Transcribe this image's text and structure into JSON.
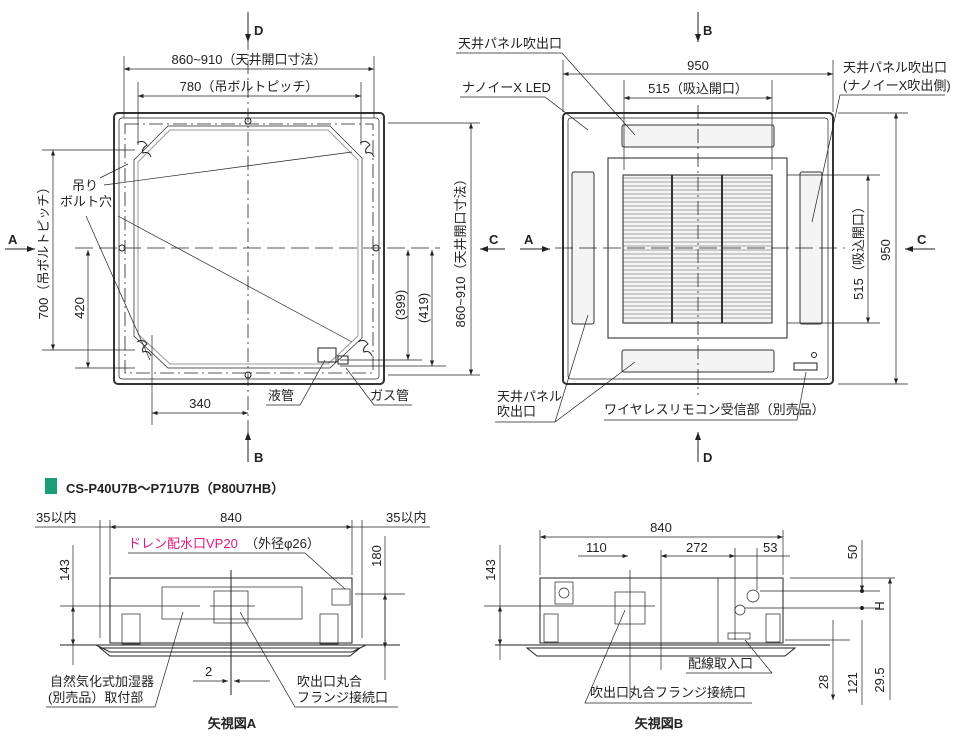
{
  "accent_color": "#1a9e7a",
  "drain_color": "#e0197d",
  "top_view": {
    "arrow_top": "D",
    "arrow_bottom": "B",
    "arrow_left": "A",
    "arrow_right": "C",
    "dim_ceiling_opening_width": "860~910（天井開口寸法）",
    "dim_bolt_pitch_width": "780（吊ボルトピッチ）",
    "dim_bolt_pitch_height": "700（吊ボルトピッチ）",
    "dim_ceiling_opening_height": "860~910（天井開口寸法）",
    "dim_420": "420",
    "dim_399": "(399)",
    "dim_419": "(419)",
    "dim_340": "340",
    "label_bolt_hole_1": "吊り",
    "label_bolt_hole_2": "ボルト穴",
    "label_liquid_pipe": "液管",
    "label_gas_pipe": "ガス管"
  },
  "panel_view": {
    "arrow_top": "B",
    "arrow_bottom": "D",
    "arrow_left": "A",
    "arrow_left_c": "C",
    "arrow_right": "C",
    "dim_width": "950",
    "dim_height": "950",
    "dim_intake_width": "515（吸込開口）",
    "dim_intake_height": "515（吸込開口）",
    "label_outlet_top": "天井パネル吹出口",
    "label_led": "ナノイーX LED",
    "label_outlet_right_1": "天井パネル吹出口",
    "label_outlet_right_2": "(ナノイーX吹出側)",
    "label_outlet_left_1": "天井パネル",
    "label_outlet_left_2": "吹出口",
    "label_receiver": "ワイヤレスリモコン受信部（別売品）"
  },
  "model_heading": "CS-P40U7B～P71U7B（P80U7HB）",
  "view_a": {
    "dim_left_margin": "35以内",
    "dim_width": "840",
    "dim_right_margin": "35以内",
    "label_drain": "ドレン配水口VP20",
    "label_drain_od": "（外径φ26）",
    "dim_143": "143",
    "dim_180": "180",
    "dim_2": "2",
    "label_humidifier_1": "自然気化式加湿器",
    "label_humidifier_2": "(別売品）取付部",
    "label_flange_1": "吹出口丸合",
    "label_flange_2": "フランジ接続口",
    "caption": "矢視図A"
  },
  "view_b": {
    "dim_width": "840",
    "dim_110": "110",
    "dim_272": "272",
    "dim_53": "53",
    "dim_50": "50",
    "dim_143": "143",
    "dim_h": "H",
    "dim_28": "28",
    "dim_121": "121",
    "dim_29_5": "29.5",
    "label_wiring": "配線取入口",
    "label_flange": "吹出口丸合フランジ接続口",
    "caption": "矢視図B"
  }
}
